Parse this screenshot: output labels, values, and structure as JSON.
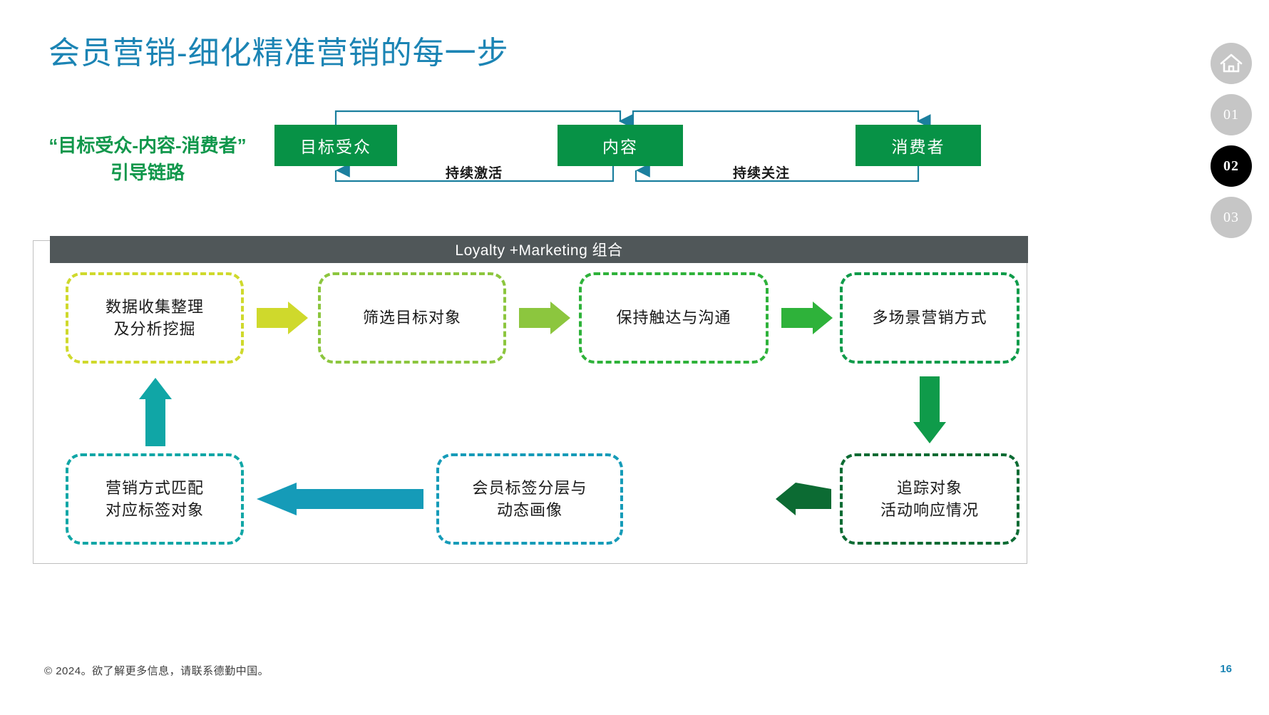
{
  "slide": {
    "title": "会员营销-细化精准营销的每一步",
    "title_color": "#1b84b4",
    "page_number": "16",
    "footer": "© 2024。欲了解更多信息，请联系德勤中国。"
  },
  "nav": {
    "items": [
      {
        "label": "",
        "icon": "home-icon",
        "active": false
      },
      {
        "label": "01",
        "icon": "",
        "active": false
      },
      {
        "label": "02",
        "icon": "",
        "active": true
      },
      {
        "label": "03",
        "icon": "",
        "active": false
      }
    ],
    "inactive_color": "#c6c6c6",
    "active_color": "#000000"
  },
  "chain": {
    "caption_line1": "“目标受众-内容-消费者”",
    "caption_line2": "引导链路",
    "caption_color": "#10974b",
    "box_color": "#079246",
    "connector_color": "#1b7f9e",
    "boxes": [
      {
        "label": "目标受众"
      },
      {
        "label": "内容"
      },
      {
        "label": "消费者"
      }
    ],
    "labels": [
      {
        "text": "持续激活"
      },
      {
        "text": "持续关注"
      }
    ]
  },
  "panel": {
    "header": "Loyalty +Marketing 组合",
    "header_bg": "#505759",
    "boxes": [
      {
        "line1": "数据收集整理",
        "line2": "及分析挖掘",
        "color": "#cfd92c"
      },
      {
        "line1": "筛选目标对象",
        "line2": "",
        "color": "#8cc63e"
      },
      {
        "line1": "保持触达与沟通",
        "line2": "",
        "color": "#2eb23a"
      },
      {
        "line1": "多场景营销方式",
        "line2": "",
        "color": "#0f9b4a"
      },
      {
        "line1": "营销方式匹配",
        "line2": "对应标签对象",
        "color": "#10a6a6"
      },
      {
        "line1": "会员标签分层与",
        "line2": "动态画像",
        "color": "#159bb8"
      },
      {
        "line1": "追踪对象",
        "line2": "活动响应情况",
        "color": "#0c6b33"
      }
    ],
    "arrows": [
      {
        "from": "数据收集整理及分析挖掘",
        "to": "筛选目标对象",
        "direction": "right",
        "color": "#cfd92c"
      },
      {
        "from": "筛选目标对象",
        "to": "保持触达与沟通",
        "direction": "right",
        "color": "#8cc63e"
      },
      {
        "from": "保持触达与沟通",
        "to": "多场景营销方式",
        "direction": "right",
        "color": "#2eb23a"
      },
      {
        "from": "多场景营销方式",
        "to": "追踪对象活动响应情况",
        "direction": "down",
        "color": "#0f9b4a"
      },
      {
        "from": "追踪对象活动响应情况",
        "to": "会员标签分层与动态画像",
        "direction": "left",
        "color": "#0c6b33"
      },
      {
        "from": "会员标签分层与动态画像",
        "to": "营销方式匹配对应标签对象",
        "direction": "left",
        "color": "#159bb8"
      },
      {
        "from": "营销方式匹配对应标签对象",
        "to": "数据收集整理及分析挖掘",
        "direction": "up",
        "color": "#10a6a6"
      }
    ]
  }
}
